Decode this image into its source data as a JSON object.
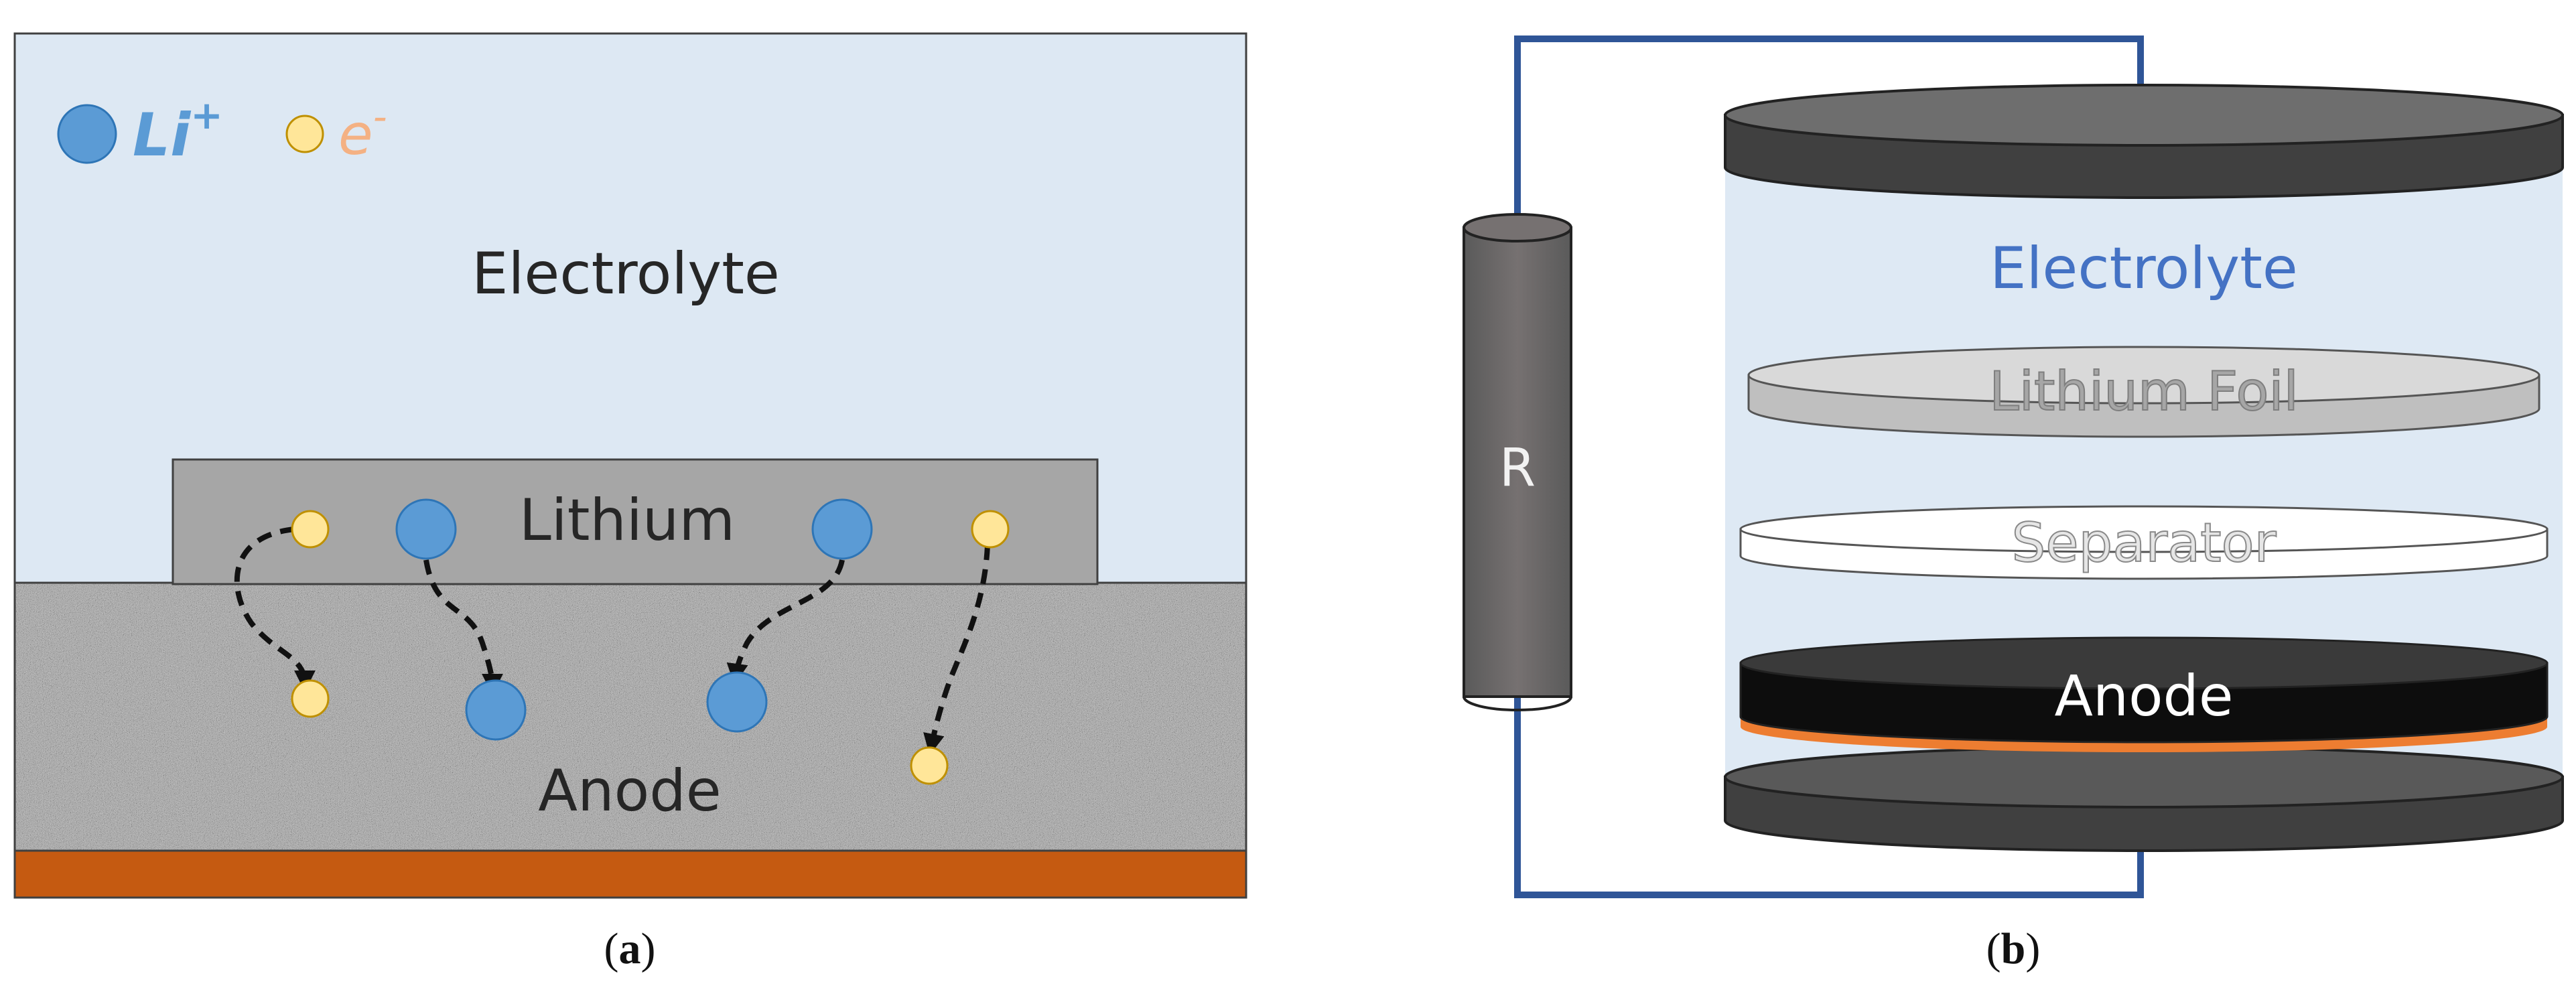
{
  "panel_a": {
    "legend": {
      "li_symbol": "Li",
      "li_charge": "+",
      "e_symbol": "e",
      "e_charge": "-"
    },
    "electrolyte_label": "Electrolyte",
    "lithium_label": "Lithium",
    "anode_label": "Anode",
    "caption_letter": "a",
    "colors": {
      "electrolyte": "#dde8f3",
      "lithium": "#a6a6a6",
      "anode": "#a8a8a8",
      "current_collector": "#c55a11",
      "li_ion": "#5b9bd5",
      "electron": "#ffe699"
    }
  },
  "panel_b": {
    "resistor_label": "R",
    "electrolyte_label": "Electrolyte",
    "lithium_foil_label": "Lithium Foil",
    "separator_label": "Separator",
    "anode_label": "Anode",
    "caption_letter": "b",
    "colors": {
      "wire": "#2f5597",
      "electrolyte": "#dee9f4",
      "electrolyte_text": "#4472c4",
      "cap": "#595959",
      "foil": "#bfbfbf",
      "separator": "#ffffff",
      "anode": "#0d0d0d",
      "anode_base": "#ed7d31"
    }
  }
}
